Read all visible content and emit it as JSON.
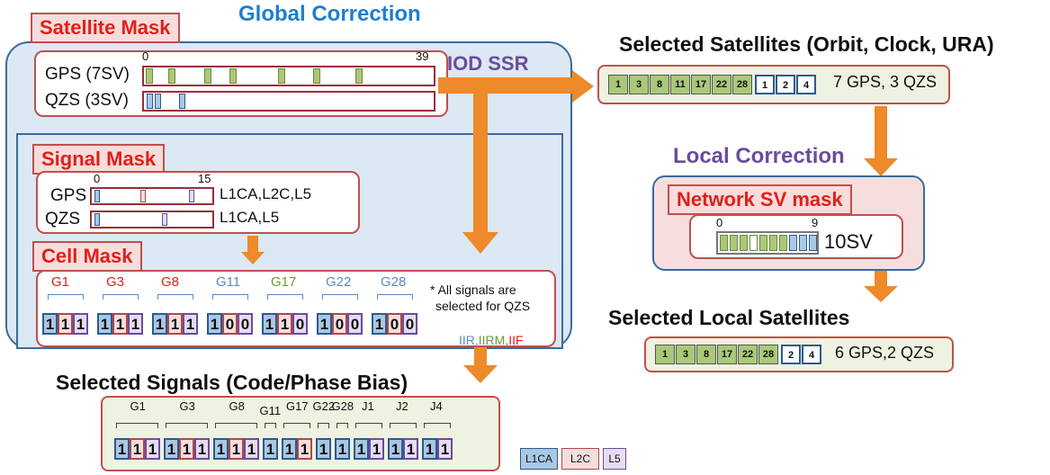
{
  "title_global": "Global Correction",
  "title_local": "Local Correction",
  "iod": "IOD SSR",
  "satellite_mask": {
    "tag": "Satellite Mask",
    "gps_label": "GPS (7SV)",
    "qzs_label": "QZS (3SV)",
    "start_num": "0",
    "end_num": "39"
  },
  "signal_mask": {
    "tag": "Signal Mask",
    "gps_label": "GPS",
    "qzs_label": "QZS",
    "start_num": "0",
    "end_num": "15",
    "gps_signals": "L1CA,L2C,L5",
    "qzs_signals": "L1CA,L5"
  },
  "cell_mask": {
    "tag": "Cell Mask",
    "note_line1": "* All signals are",
    "note_line2": "selected for QZS",
    "groups": [
      {
        "name": "G1",
        "color": "#e0201a",
        "bits": [
          "1",
          "1",
          "1"
        ]
      },
      {
        "name": "G3",
        "color": "#e0201a",
        "bits": [
          "1",
          "1",
          "1"
        ]
      },
      {
        "name": "G8",
        "color": "#e0201a",
        "bits": [
          "1",
          "1",
          "1"
        ]
      },
      {
        "name": "G11",
        "color": "#5a8ac6",
        "bits": [
          "1",
          "0",
          "0"
        ]
      },
      {
        "name": "G17",
        "color": "#6b9a3a",
        "bits": [
          "1",
          "1",
          "0"
        ]
      },
      {
        "name": "G22",
        "color": "#5a8ac6",
        "bits": [
          "1",
          "0",
          "0"
        ]
      },
      {
        "name": "G28",
        "color": "#5a8ac6",
        "bits": [
          "1",
          "0",
          "0"
        ]
      }
    ],
    "legend_iir": "IIR,",
    "legend_iirm": "IIRM,",
    "legend_iif": "IIF"
  },
  "selected_satellites": {
    "title": "Selected Satellites (Orbit, Clock, URA)",
    "gps": [
      "1",
      "3",
      "8",
      "11",
      "17",
      "22",
      "28"
    ],
    "qzs": [
      "1",
      "2",
      "4"
    ],
    "summary": "7 GPS, 3 QZS"
  },
  "network_mask": {
    "tag": "Network SV mask",
    "start_num": "0",
    "end_num": "9",
    "count": "10SV"
  },
  "selected_local": {
    "title": "Selected Local Satellites",
    "gps": [
      "1",
      "3",
      "8",
      "17",
      "22",
      "28"
    ],
    "qzs": [
      "2",
      "4"
    ],
    "summary": "6 GPS,2 QZS"
  },
  "selected_signals": {
    "title": "Selected Signals (Code/Phase Bias)",
    "labels": [
      "G1",
      "G3",
      "G8",
      "G11",
      "G17",
      "G22",
      "G28",
      "J1",
      "J2",
      "J4"
    ]
  },
  "legend": {
    "l1": "L1CA",
    "l2": "L2C",
    "l5": "L5"
  },
  "colors": {
    "arrow": "#ee8a2a",
    "gps": "#a9c979",
    "l1": "#a9c8e4",
    "l2": "#f3dede",
    "l5": "#e6dcef"
  }
}
